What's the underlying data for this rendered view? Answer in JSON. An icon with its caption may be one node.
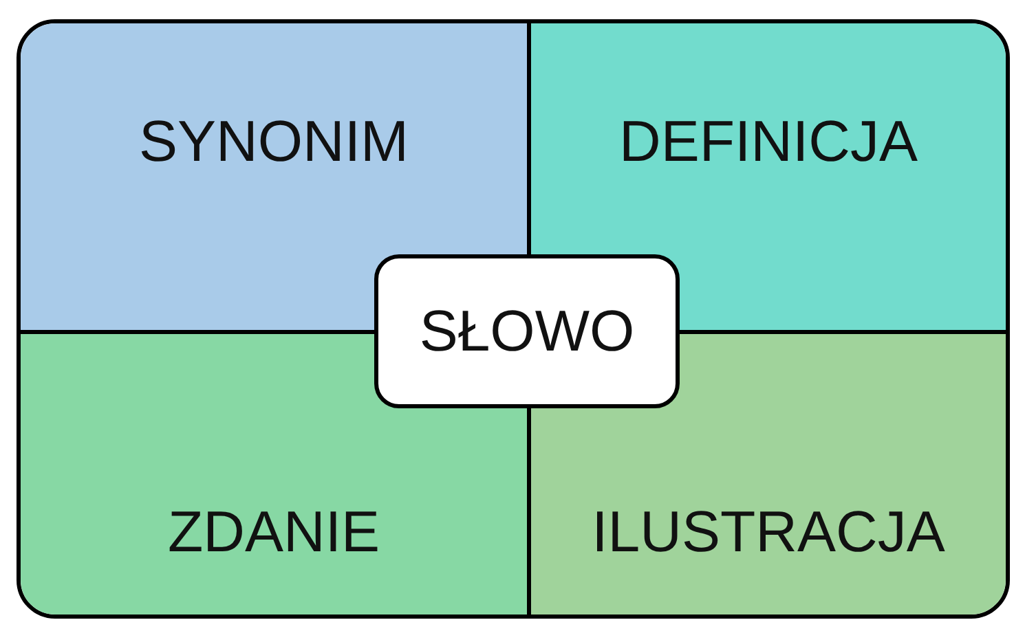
{
  "diagram": {
    "nodes": [
      {
        "text": [
          "SYNONIM"
        ]
      },
      {
        "text": [
          "DEFINICJA"
        ]
      },
      {
        "text": [
          "SŁOWO"
        ]
      },
      {
        "text": [
          "ZDANIE"
        ]
      },
      {
        "text": [
          "ILUSTRACJA"
        ]
      }
    ]
  }
}
